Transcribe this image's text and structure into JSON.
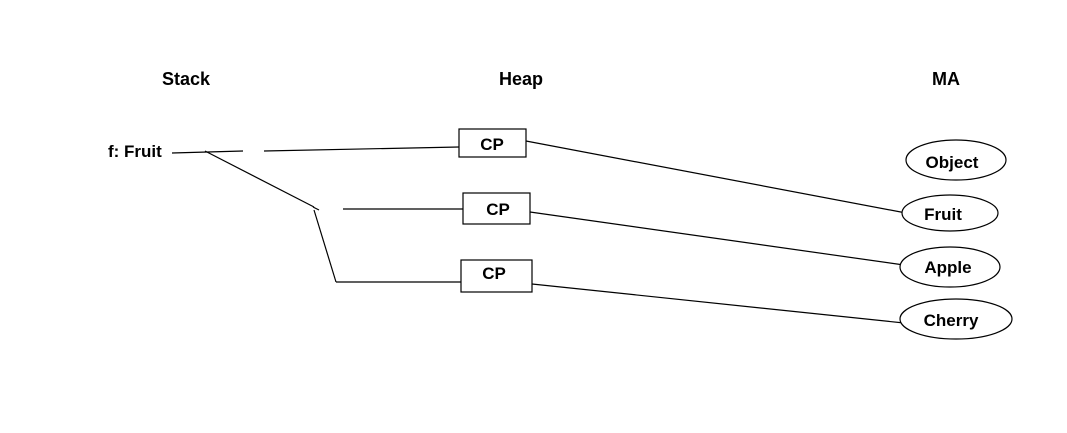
{
  "headers": {
    "stack": "Stack",
    "heap": "Heap",
    "method_area": "MA"
  },
  "stack": {
    "variable": "f: Fruit"
  },
  "heap": {
    "objects": [
      "CP",
      "CP",
      "CP"
    ]
  },
  "method_area": {
    "classes": [
      "Object",
      "Fruit",
      "Apple",
      "Cherry"
    ]
  }
}
